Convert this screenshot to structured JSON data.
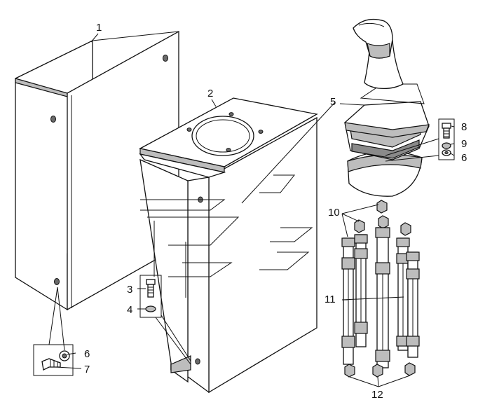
{
  "callouts": {
    "c1": "1",
    "c2": "2",
    "c3": "3",
    "c4": "4",
    "c5": "5",
    "c6a": "6",
    "c7": "7",
    "c8": "8",
    "c9": "9",
    "c6b": "6",
    "c10": "10",
    "c11": "11",
    "c12": "12"
  }
}
